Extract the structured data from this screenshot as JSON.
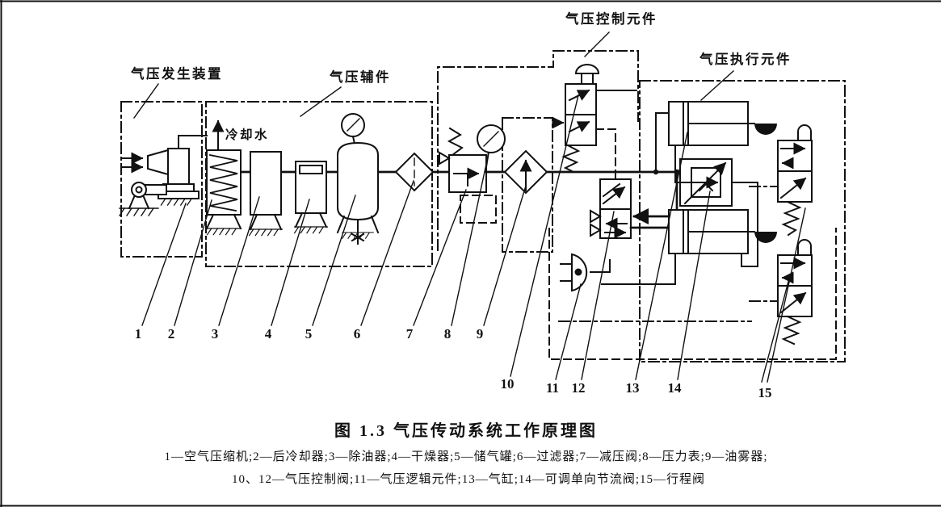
{
  "figure": {
    "caption": "图 1.3  气压传动系统工作原理图",
    "legend_line1": "1—空气压缩机;2—后冷却器;3—除油器;4—干燥器;5—储气罐;6—过滤器;7—减压阀;8—压力表;9—油雾器;",
    "legend_line2": "10、12—气压控制阀;11—气压逻辑元件;13—气缸;14—可调单向节流阀;15—行程阀"
  },
  "diagram": {
    "section_labels": {
      "generation": "气压发生装置",
      "auxiliary": "气压辅件",
      "control": "气压控制元件",
      "actuation": "气压执行元件"
    },
    "cooling_water_label": "冷却水",
    "callout_numbers": [
      "1",
      "2",
      "3",
      "4",
      "5",
      "6",
      "7",
      "8",
      "9",
      "10",
      "11",
      "12",
      "13",
      "14",
      "15"
    ],
    "components": [
      {
        "num": "1",
        "name": "空气压缩机"
      },
      {
        "num": "2",
        "name": "后冷却器"
      },
      {
        "num": "3",
        "name": "除油器"
      },
      {
        "num": "4",
        "name": "干燥器"
      },
      {
        "num": "5",
        "name": "储气罐"
      },
      {
        "num": "6",
        "name": "过滤器"
      },
      {
        "num": "7",
        "name": "减压阀"
      },
      {
        "num": "8",
        "name": "压力表"
      },
      {
        "num": "9",
        "name": "油雾器"
      },
      {
        "num": "10、12",
        "name": "气压控制阀"
      },
      {
        "num": "11",
        "name": "气压逻辑元件"
      },
      {
        "num": "13",
        "name": "气缸"
      },
      {
        "num": "14",
        "name": "可调单向节流阀"
      },
      {
        "num": "15",
        "name": "行程阀"
      }
    ],
    "colors": {
      "ink": "#111111",
      "paper": "#ffffff"
    }
  }
}
